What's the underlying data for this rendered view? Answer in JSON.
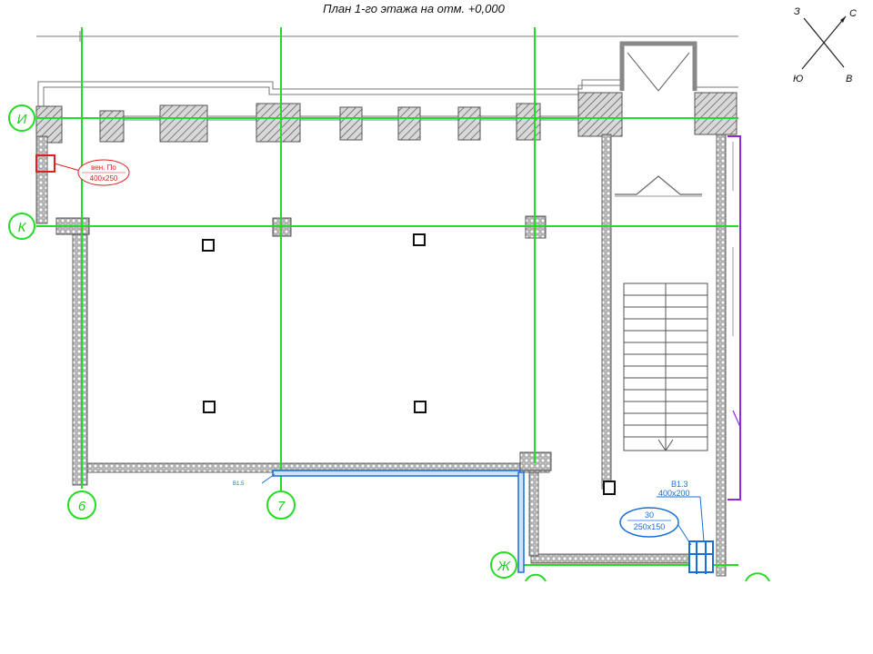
{
  "title": "План 1-го этажа на отм. +0,000",
  "compass": {
    "n": "С",
    "e": "В",
    "s": "Ю",
    "w": "З"
  },
  "axes": {
    "horizontal": [
      "И",
      "К",
      "Ж"
    ],
    "vertical": [
      "6",
      "7"
    ]
  },
  "annotations": {
    "vent_red_line1": "вен. Пo",
    "vent_red_line2": "400х250",
    "duct_label": "В1.3",
    "duct_size": "400х200",
    "duct_oval_line1": "30",
    "duct_oval_line2": "250х150",
    "small_blue_label": "В1.5"
  },
  "colors": {
    "axis_green": "#22dd22",
    "wall_gray": "#888888",
    "duct_blue": "#1a6fd6",
    "stair_purple": "#8a2be2",
    "annotation_red": "#e02020",
    "ink": "#111111"
  }
}
